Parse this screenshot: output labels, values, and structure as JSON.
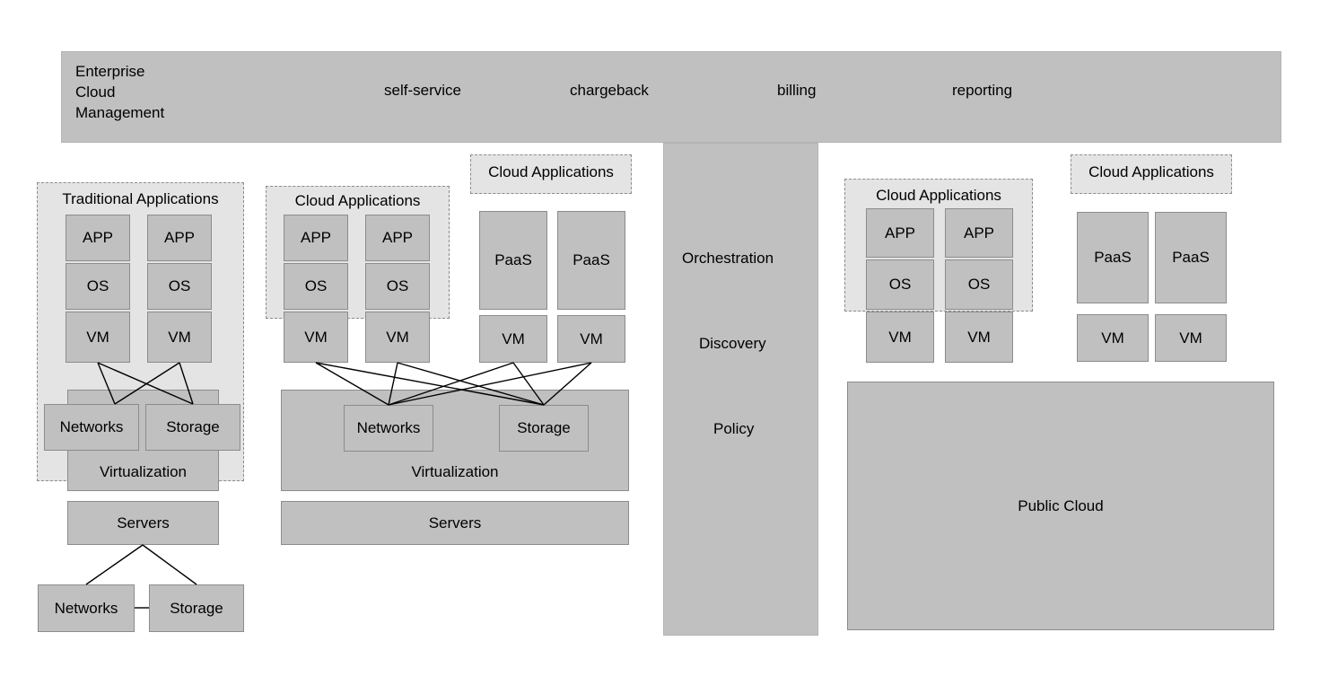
{
  "header": {
    "title": "Enterprise\nCloud\nManagement",
    "services": [
      {
        "label": "self-service"
      },
      {
        "label": "chargeback"
      },
      {
        "label": "billing"
      },
      {
        "label": "reporting"
      }
    ]
  },
  "center_column": {
    "items": [
      {
        "label": "Orchestration"
      },
      {
        "label": "Discovery"
      },
      {
        "label": "Policy"
      }
    ]
  },
  "traditional_stack": {
    "group_label": "Traditional Applications",
    "stack_left": [
      {
        "label": "APP"
      },
      {
        "label": "OS"
      },
      {
        "label": "VM"
      }
    ],
    "stack_right": [
      {
        "label": "APP"
      },
      {
        "label": "OS"
      },
      {
        "label": "VM"
      }
    ],
    "virtualization": "Virtualization",
    "networks": "Networks",
    "storage": "Storage",
    "servers": "Servers",
    "bottom_networks": "Networks",
    "bottom_storage": "Storage"
  },
  "private_cloud_stack": {
    "group_label": "Cloud Applications",
    "paas_group_label": "Cloud Applications",
    "stack_left": [
      {
        "label": "APP"
      },
      {
        "label": "OS"
      },
      {
        "label": "VM"
      }
    ],
    "stack_right": [
      {
        "label": "APP"
      },
      {
        "label": "OS"
      },
      {
        "label": "VM"
      }
    ],
    "paas_left": {
      "label": "PaaS"
    },
    "paas_right": {
      "label": "PaaS"
    },
    "paas_vm_left": {
      "label": "VM"
    },
    "paas_vm_right": {
      "label": "VM"
    },
    "virtualization": "Virtualization",
    "networks": "Networks",
    "storage": "Storage",
    "servers": "Servers"
  },
  "public_cloud_stack": {
    "group_label": "Cloud Applications",
    "paas_group_label": "Cloud Applications",
    "stack_left": [
      {
        "label": "APP"
      },
      {
        "label": "OS"
      },
      {
        "label": "VM"
      }
    ],
    "stack_right": [
      {
        "label": "APP"
      },
      {
        "label": "OS"
      },
      {
        "label": "VM"
      }
    ],
    "paas_left": {
      "label": "PaaS"
    },
    "paas_right": {
      "label": "PaaS"
    },
    "paas_vm_left": {
      "label": "VM"
    },
    "paas_vm_right": {
      "label": "VM"
    },
    "public_cloud": "Public Cloud"
  },
  "colors": {
    "node_fill": "#c0c0c0",
    "node_stroke": "#8c8c8c",
    "group_fill": "#e4e4e4",
    "group_stroke": "#8c8c8c",
    "background": "#ffffff",
    "text": "#000000"
  }
}
